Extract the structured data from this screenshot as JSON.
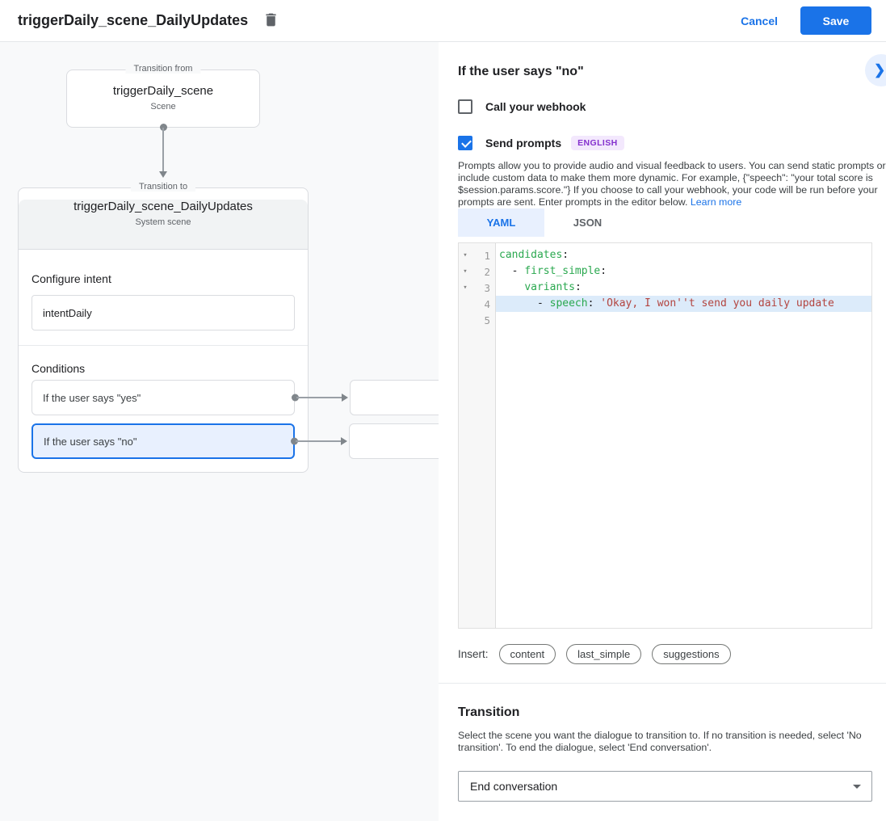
{
  "theme": {
    "accent": "#1a73e8",
    "accent_light": "#e8f0fe",
    "canvas_bg": "#f8f9fa",
    "border": "#dadce0",
    "code_key_color": "#2aa84f",
    "code_string_color": "#b3443f",
    "code_active_line_bg": "#dcebfa",
    "badge_bg": "#f3e8fd",
    "badge_text": "#8430ce"
  },
  "header": {
    "title": "triggerDaily_scene_DailyUpdates",
    "cancel_label": "Cancel",
    "save_label": "Save"
  },
  "canvas": {
    "transition_from": {
      "label": "Transition from",
      "title": "triggerDaily_scene",
      "subtitle": "Scene"
    },
    "transition_to": {
      "label": "Transition to",
      "title": "triggerDaily_scene_DailyUpdates",
      "subtitle": "System scene"
    },
    "configure_intent": {
      "label": "Configure intent",
      "value": "intentDaily"
    },
    "conditions": {
      "label": "Conditions",
      "items": [
        {
          "label": "If the user says \"yes\"",
          "selected": false
        },
        {
          "label": "If the user says \"no\"",
          "selected": true
        }
      ]
    }
  },
  "panel": {
    "title": "If the user says \"no\"",
    "chevron_glyph": "❯",
    "webhook": {
      "label": "Call your webhook",
      "checked": false
    },
    "send_prompts": {
      "label": "Send prompts",
      "checked": true,
      "language_badge": "ENGLISH"
    },
    "description": "Prompts allow you to provide audio and visual feedback to users. You can send static prompts or include custom data to make them more dynamic. For example, {\"speech\": \"your total score is $session.params.score.\"} If you choose to call your webhook, your code will be run before your prompts are sent. Enter prompts in the editor below. ",
    "learn_more_label": "Learn more",
    "tabs": [
      {
        "label": "YAML",
        "active": true
      },
      {
        "label": "JSON",
        "active": false
      }
    ],
    "editor": {
      "line_numbers": [
        "1",
        "2",
        "3",
        "4",
        "5"
      ],
      "fold_glyph": "▾",
      "active_line": 4,
      "code": {
        "line1_key": "candidates",
        "line1_colon": ":",
        "line2_pre": "  - ",
        "line2_key": "first_simple",
        "line2_colon": ":",
        "line3_pre": "    ",
        "line3_key": "variants",
        "line3_colon": ":",
        "line4_pre": "      - ",
        "line4_key": "speech",
        "line4_colon": ": ",
        "line4_string": "'Okay, I won''t send you daily update"
      }
    },
    "insert": {
      "label": "Insert:",
      "chips": [
        "content",
        "last_simple",
        "suggestions"
      ]
    },
    "transition": {
      "title": "Transition",
      "description": "Select the scene you want the dialogue to transition to. If no transition is needed, select 'No transition'. To end the dialogue, select 'End conversation'.",
      "dropdown_value": "End conversation"
    }
  }
}
